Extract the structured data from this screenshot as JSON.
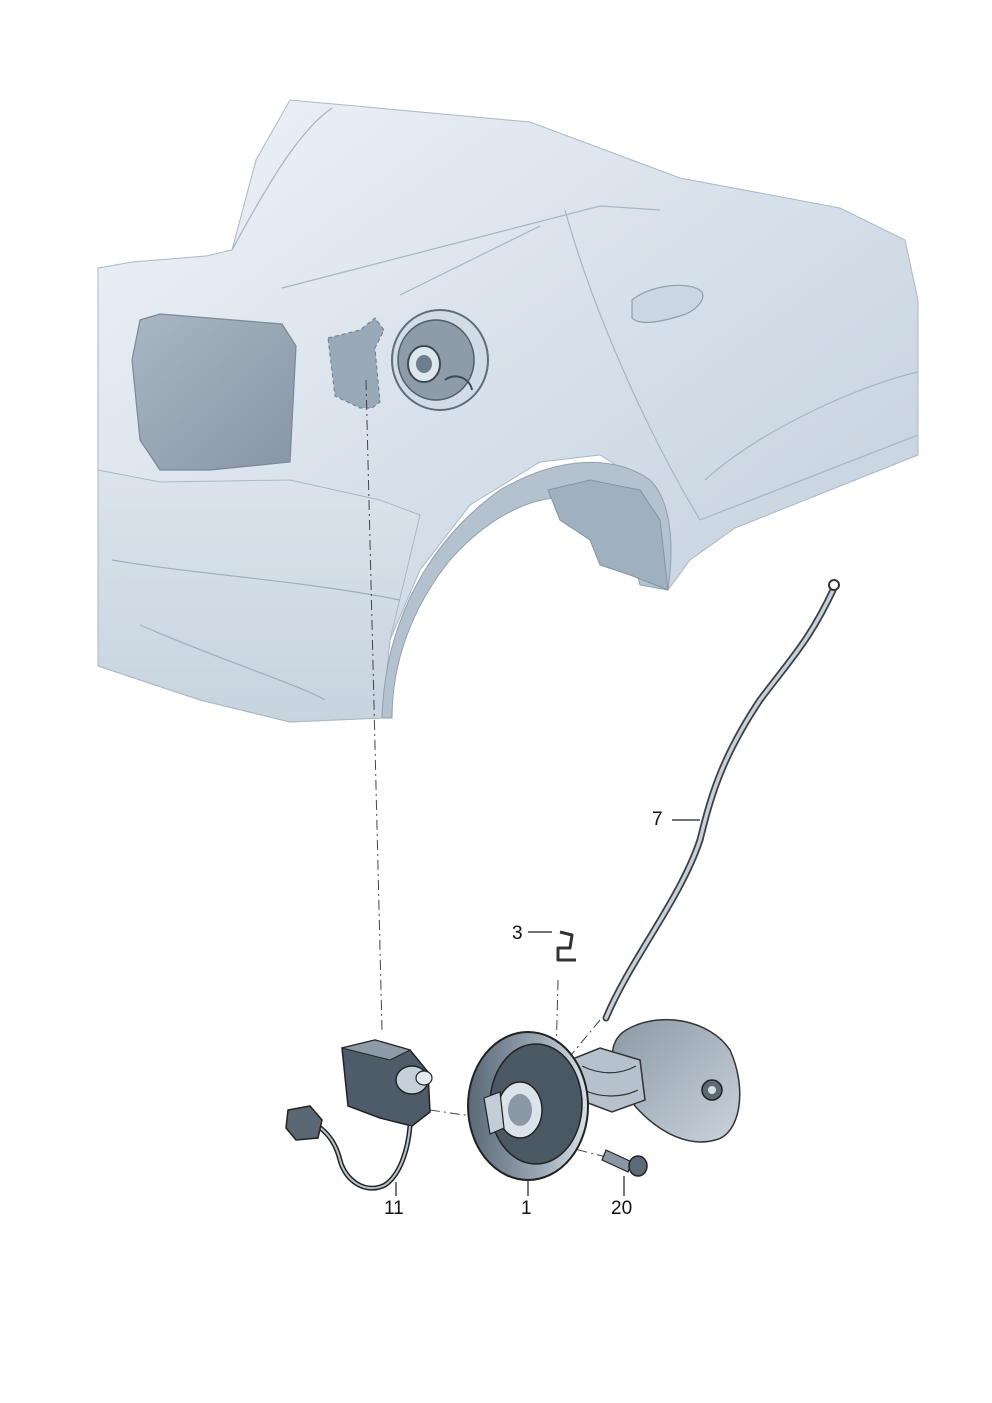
{
  "callouts": {
    "part_1": "1",
    "part_3": "3",
    "part_7": "7",
    "part_11": "11",
    "part_20": "20"
  },
  "colors": {
    "body_light": "#dfe7ef",
    "body_mid": "#c3d0dc",
    "body_dark": "#a8b7c6",
    "part_dark": "#4f5e6b",
    "line": "#222222"
  }
}
